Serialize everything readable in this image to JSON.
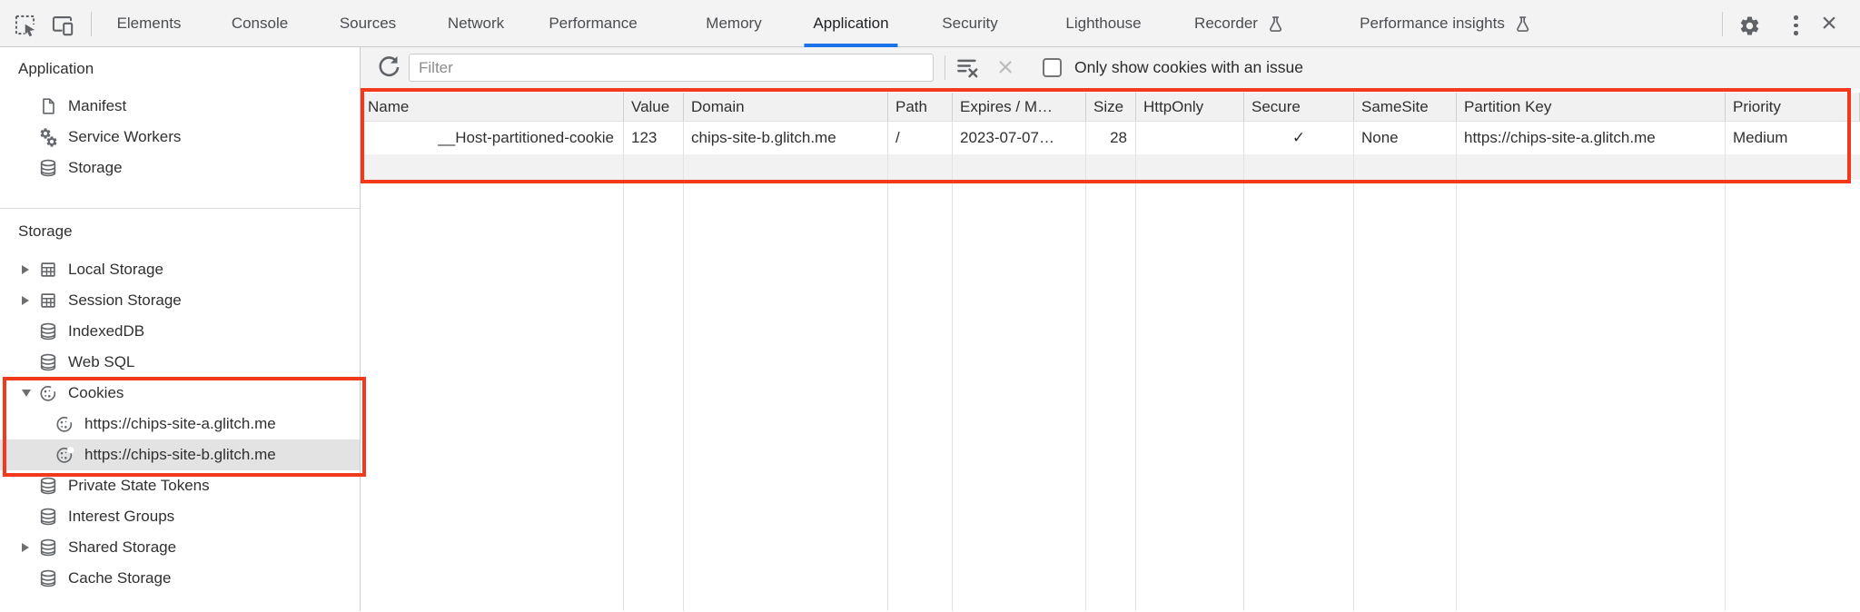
{
  "tabbar": {
    "tabs": [
      "Elements",
      "Console",
      "Sources",
      "Network",
      "Performance",
      "Memory",
      "Application",
      "Security",
      "Lighthouse",
      "Recorder",
      "Performance insights"
    ],
    "active_tab": "Application"
  },
  "sidebar": {
    "application_section": {
      "title": "Application",
      "items": [
        {
          "label": "Manifest",
          "icon": "document-icon"
        },
        {
          "label": "Service Workers",
          "icon": "service-workers-icon"
        },
        {
          "label": "Storage",
          "icon": "database-icon"
        }
      ]
    },
    "storage_section": {
      "title": "Storage",
      "items": [
        {
          "label": "Local Storage",
          "icon": "table-icon",
          "expandable": true,
          "expanded": false
        },
        {
          "label": "Session Storage",
          "icon": "table-icon",
          "expandable": true,
          "expanded": false
        },
        {
          "label": "IndexedDB",
          "icon": "database-icon"
        },
        {
          "label": "Web SQL",
          "icon": "database-icon"
        },
        {
          "label": "Cookies",
          "icon": "cookie-icon",
          "expandable": true,
          "expanded": true,
          "children": [
            {
              "label": "https://chips-site-a.glitch.me",
              "icon": "cookie-icon",
              "selected": false
            },
            {
              "label": "https://chips-site-b.glitch.me",
              "icon": "cookie-icon",
              "selected": true
            }
          ]
        },
        {
          "label": "Private State Tokens",
          "icon": "database-icon"
        },
        {
          "label": "Interest Groups",
          "icon": "database-icon"
        },
        {
          "label": "Shared Storage",
          "icon": "database-icon",
          "expandable": true,
          "expanded": false
        },
        {
          "label": "Cache Storage",
          "icon": "database-icon"
        }
      ]
    }
  },
  "toolbar": {
    "filter_placeholder": "Filter",
    "filter_value": "",
    "checkbox_label": "Only show cookies with an issue",
    "checkbox_checked": false
  },
  "cookies_table": {
    "columns": [
      "Name",
      "Value",
      "Domain",
      "Path",
      "Expires / M…",
      "Size",
      "HttpOnly",
      "Secure",
      "SameSite",
      "Partition Key",
      "Priority"
    ],
    "rows": [
      {
        "name": "__Host-partitioned-cookie",
        "value": "123",
        "domain": "chips-site-b.glitch.me",
        "path": "/",
        "expires": "2023-07-07…",
        "size": "28",
        "http_only": "",
        "secure": "✓",
        "same_site": "None",
        "partition_key": "https://chips-site-a.glitch.me",
        "priority": "Medium"
      }
    ]
  },
  "annotations": {
    "highlight_color": "#f3391c",
    "highlighted_regions": [
      "cookies-tree-group",
      "cookie-table-rows"
    ]
  }
}
